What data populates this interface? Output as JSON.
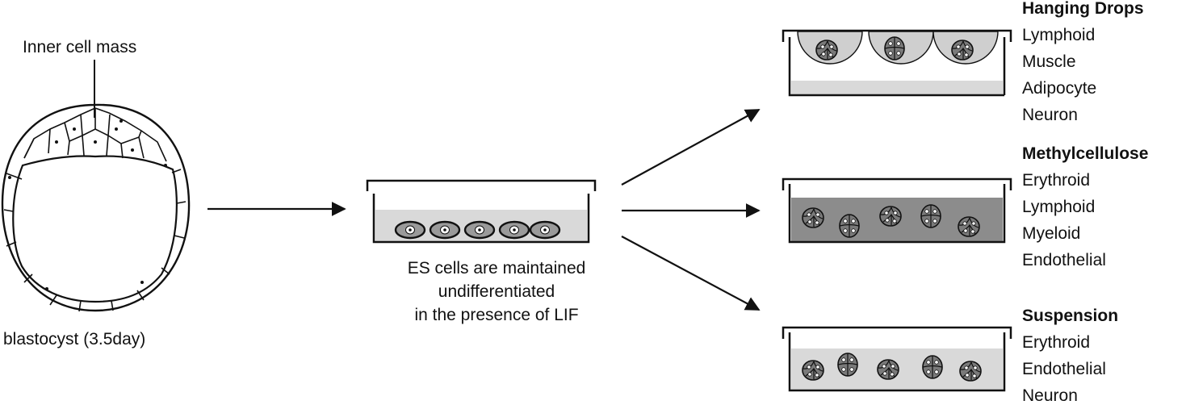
{
  "labels": {
    "inner_cell_mass": "Inner cell mass",
    "blastocyst": "blastocyst (3.5day)",
    "es_cells": [
      "ES cells are maintained",
      "undifferentiated",
      "in the presence of LIF"
    ]
  },
  "conditions": [
    {
      "title": "Hanging Drops",
      "items": [
        "Lymphoid",
        "Muscle",
        "Adipocyte",
        "Neuron"
      ]
    },
    {
      "title": "Methylcellulose",
      "items": [
        "Erythroid",
        "Lymphoid",
        "Myeloid",
        "Endothelial"
      ]
    },
    {
      "title": "Suspension",
      "items": [
        "Erythroid",
        "Endothelial",
        "Neuron"
      ]
    }
  ],
  "colors": {
    "line": "#111111",
    "light_medium": "#d9d9d9",
    "dark_medium": "#8c8c8c",
    "cell_fill": "#7a7a7a"
  }
}
